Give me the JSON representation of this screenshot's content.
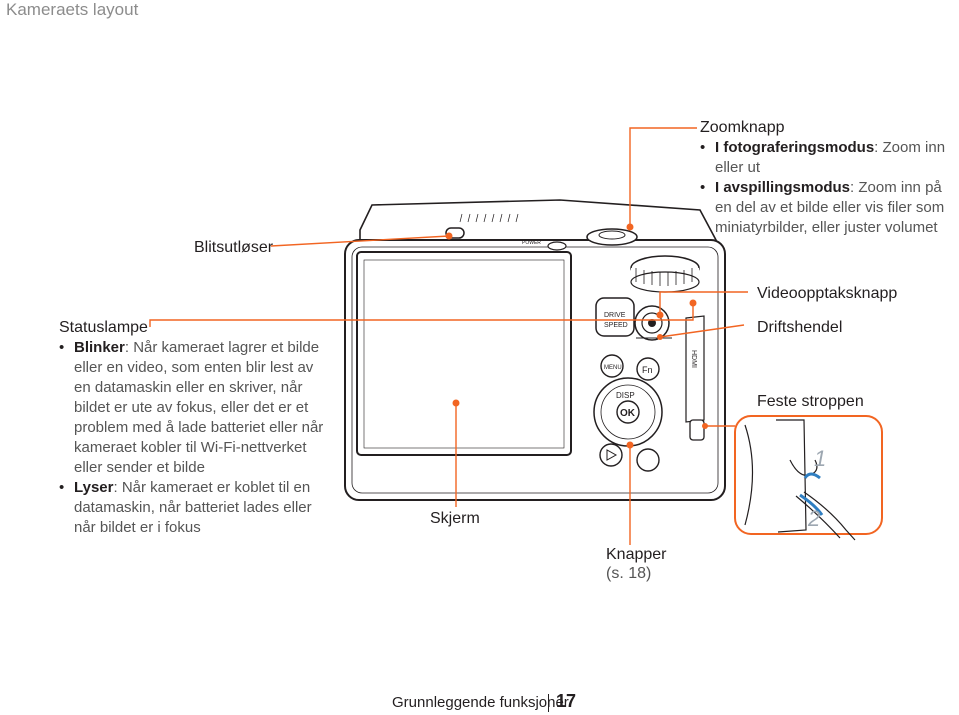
{
  "header": {
    "title": "Kameraets layout"
  },
  "labels": {
    "flash_release": "Blitsutløser",
    "video_button": "Videoopptaksknapp",
    "mode_lever": "Driftshendel",
    "strap_mount": "Feste stroppen",
    "screen": "Skjerm",
    "buttons": "Knapper",
    "buttons_ref": "(s. 18)"
  },
  "zoom": {
    "title": "Zoomknapp",
    "items": [
      {
        "term": "I fotograferingsmodus",
        "sep": ": ",
        "text": "Zoom inn eller ut"
      },
      {
        "term": "I avspillingsmodus",
        "sep": ": ",
        "text": "Zoom inn på en del av et bilde eller vis filer som miniatyrbilder, eller juster volumet"
      }
    ]
  },
  "status_lamp": {
    "title": "Statuslampe",
    "items": [
      {
        "term": "Blinker",
        "sep": ": ",
        "text": "Når kameraet lagrer et bilde eller en video, som enten blir lest av en datamaskin eller en skriver, når bildet er ute av fokus, eller det er et problem med å lade batteriet eller når kameraet kobler til Wi-Fi-nettverket eller sender et bilde"
      },
      {
        "term": "Lyser",
        "sep": ": ",
        "text": "Når kameraet er koblet til en datamaskin, når batteriet lades eller når bildet er i fokus"
      }
    ]
  },
  "camera_marks": {
    "drive": "DRIVE",
    "speed": "SPEED",
    "menu": "MENU",
    "fn": "Fn",
    "disp": "DISP",
    "ok": "OK",
    "power": "POWER",
    "hdmi": "HDMI",
    "step1": "1",
    "step2": "2"
  },
  "footer": {
    "section": "Grunnleggende funksjoner",
    "page": "17"
  },
  "colors": {
    "accent": "#f26522",
    "text": "#231f20",
    "muted": "#555555"
  }
}
